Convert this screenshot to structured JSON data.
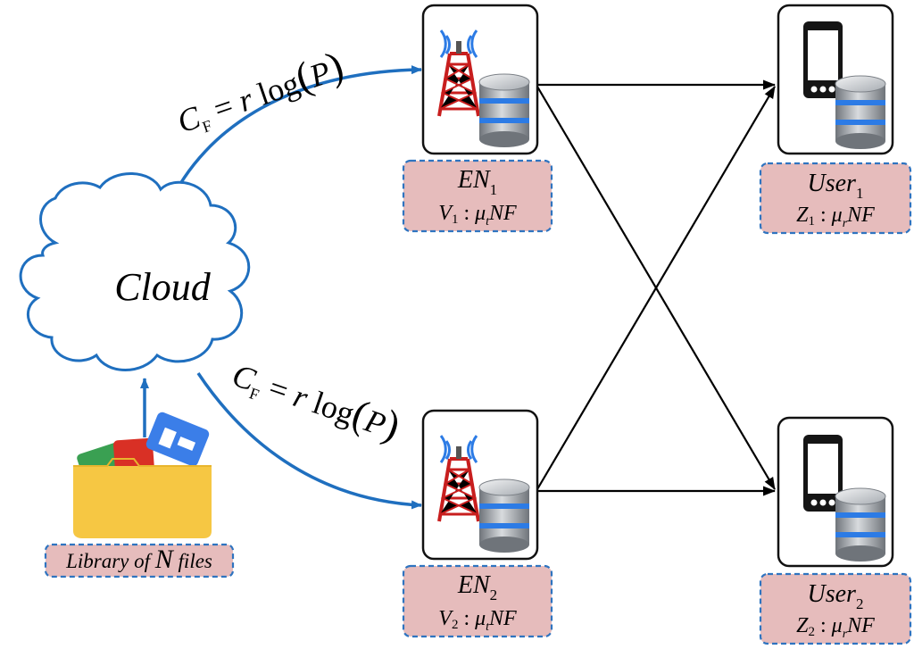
{
  "cloud": {
    "label": "Cloud"
  },
  "library": {
    "label_prefix": "Library of ",
    "label_n": "N",
    "label_suffix": " files"
  },
  "links": {
    "fronthaul_top": {
      "C": "C",
      "sub": "F",
      "eq": " = ",
      "r": "r",
      "log": " log",
      "paren_l": "(",
      "P": "P",
      "paren_r": ")"
    },
    "fronthaul_bottom": {
      "C": "C",
      "sub": "F",
      "eq": " = ",
      "r": "r",
      "log": " log",
      "paren_l": "(",
      "P": "P",
      "paren_r": ")"
    }
  },
  "edge_nodes": [
    {
      "name": "EN",
      "index": "1",
      "cache_var": "V",
      "cache_index": "1",
      "colon": " : ",
      "mu": "μ",
      "mu_sub": "t",
      "tail": "NF"
    },
    {
      "name": "EN",
      "index": "2",
      "cache_var": "V",
      "cache_index": "2",
      "colon": " : ",
      "mu": "μ",
      "mu_sub": "t",
      "tail": "NF"
    }
  ],
  "users": [
    {
      "name": "User",
      "index": "1",
      "cache_var": "Z",
      "cache_index": "1",
      "colon": " : ",
      "mu": "μ",
      "mu_sub": "r",
      "tail": "NF"
    },
    {
      "name": "User",
      "index": "2",
      "cache_var": "Z",
      "cache_index": "2",
      "colon": " : ",
      "mu": "μ",
      "mu_sub": "r",
      "tail": "NF"
    }
  ],
  "colors": {
    "arrow_blue": "#1f6fbf",
    "cloud_stroke": "#1f6fbf",
    "label_fill": "#e6bcbc",
    "label_border": "#2f74c0",
    "folder": "#f6c743",
    "tower": "#c81e1e",
    "db_body": "#9aa0a6",
    "db_band": "#2c7be5"
  },
  "icons": [
    "cloud-shape",
    "folder-icon",
    "tower-icon",
    "database-icon",
    "phone-icon"
  ]
}
